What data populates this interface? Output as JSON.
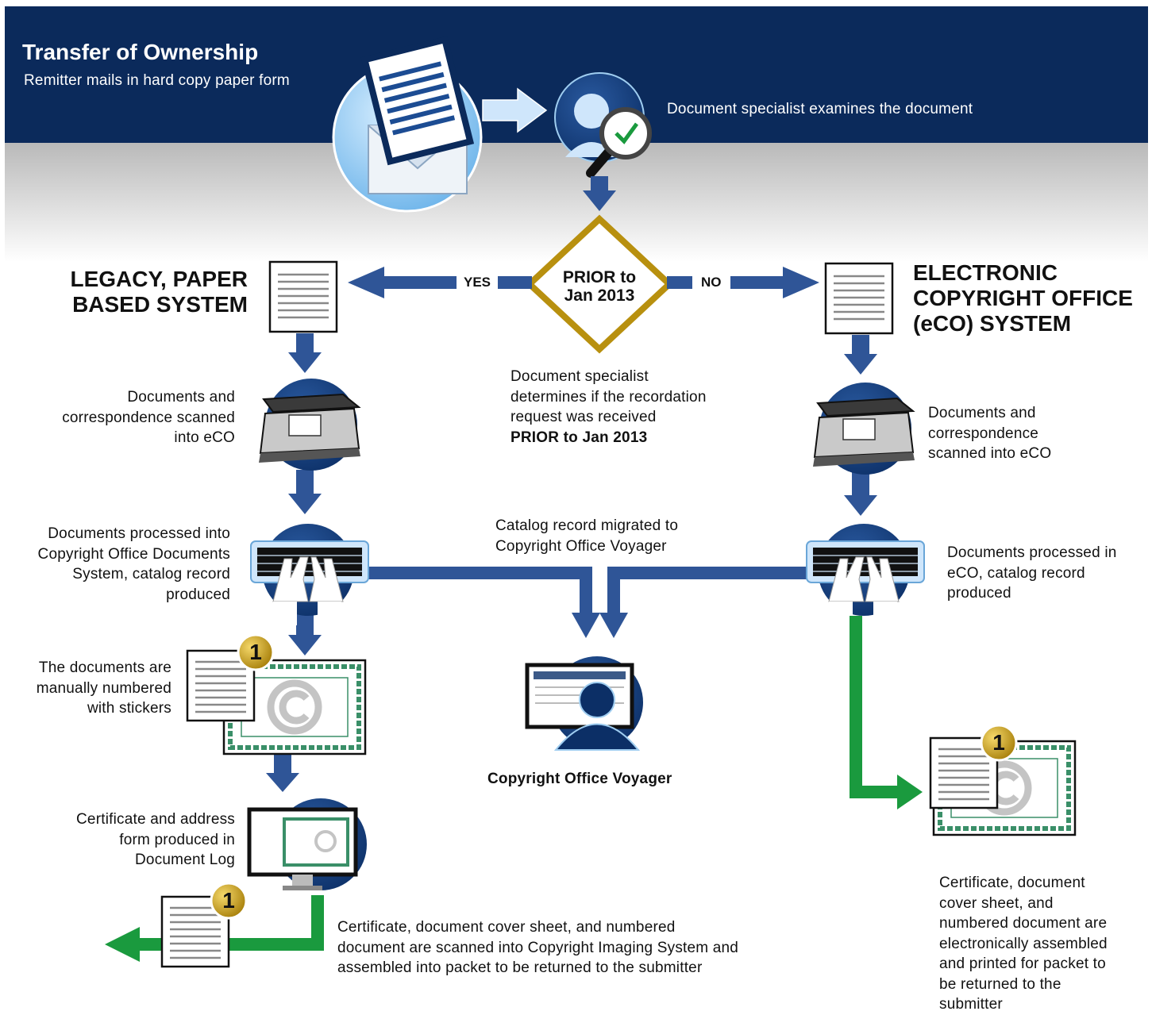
{
  "header": {
    "title": "Transfer of Ownership",
    "subtitle": "Remitter mails in hard copy paper form",
    "examine_text": "Document specialist examines the document"
  },
  "decision": {
    "line1": "PRIOR to",
    "line2": "Jan 2013",
    "yes_label": "YES",
    "no_label": "NO",
    "desc_lines": [
      "Document specialist",
      "determines if the recordation",
      "request was received"
    ],
    "desc_bold": "PRIOR to Jan 2013"
  },
  "legacy": {
    "title_lines": [
      "LEGACY, PAPER",
      "BASED SYSTEM"
    ],
    "scan_lines": [
      "Documents and",
      "correspondence scanned",
      "into eCO"
    ],
    "process_lines": [
      "Documents processed into",
      "Copyright Office Documents",
      "System, catalog record",
      "produced"
    ],
    "number_lines": [
      "The documents are",
      "manually numbered",
      "with stickers"
    ],
    "certificate_lines": [
      "Certificate and address",
      "form produced in",
      "Document Log"
    ],
    "return_lines": [
      "Certificate, document cover sheet, and numbered",
      "document are scanned into Copyright Imaging System and",
      "assembled into packet to be returned to the submitter"
    ],
    "sticker_number": "1"
  },
  "eco": {
    "title_lines": [
      "ELECTRONIC",
      "COPYRIGHT OFFICE",
      "(eCO) SYSTEM"
    ],
    "scan_lines": [
      "Documents and",
      "correspondence",
      "scanned into eCO"
    ],
    "process_lines": [
      "Documents processed in",
      "eCO, catalog record",
      "produced"
    ],
    "assemble_lines": [
      "Certificate, document",
      "cover sheet, and",
      "numbered document are",
      "electronically assembled",
      "and printed for packet to",
      "be returned to the",
      "submitter"
    ],
    "sticker_number": "1"
  },
  "voyager": {
    "migrate_lines": [
      "Catalog record migrated to",
      "Copyright Office Voyager"
    ],
    "label": "Copyright Office Voyager"
  },
  "colors": {
    "navy": "#0b2a5b",
    "arrow_blue": "#2f5597",
    "green": "#1a9a3e",
    "gold": "#b8900f",
    "light_blue": "#9fcdf0"
  }
}
